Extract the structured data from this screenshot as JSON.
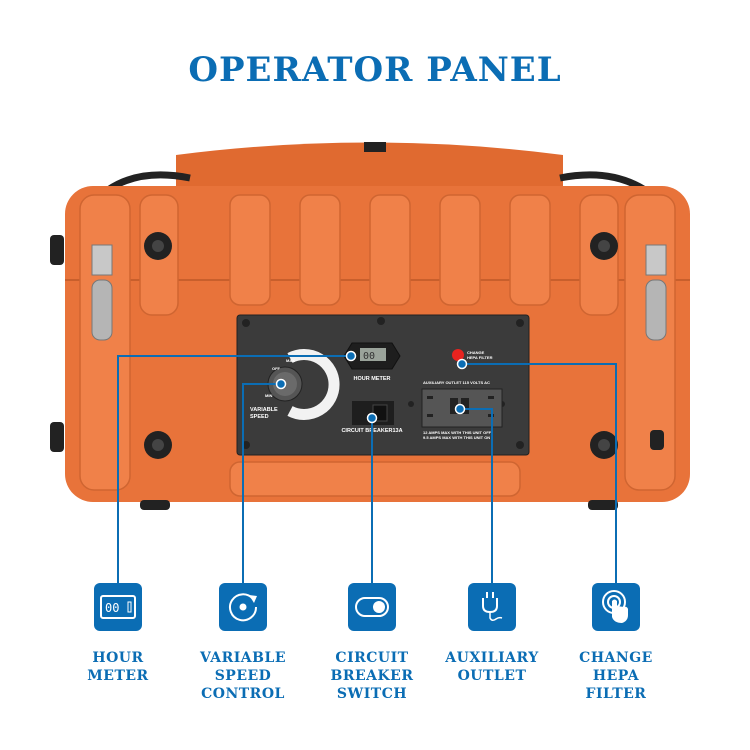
{
  "title": "OPERATOR PANEL",
  "panel": {
    "hour_meter_label": "HOUR METER",
    "hour_meter_display": "00",
    "knob_max": "MAX",
    "knob_off": "OFF",
    "knob_min": "MIN",
    "variable_speed_label": [
      "VARIABLE",
      "SPEED"
    ],
    "circuit_breaker_label": "CIRCUIT BREAKER13A",
    "change_hepa_label": [
      "CHANGE",
      "HEPA FILTER"
    ],
    "aux_outlet_label": "AUXILIARY OUTLET 115 VOLTS AC",
    "amps_note": [
      "12 AMPS MAX WITH THIS UNIT OFF",
      "9.5 AMPS MAX WITH THIS UNIT ON"
    ]
  },
  "features": [
    {
      "icon": "hour-meter-icon",
      "label": [
        "HOUR",
        "METER"
      ]
    },
    {
      "icon": "rotate-dial-icon",
      "label": [
        "VARIABLE",
        "SPEED",
        "CONTROL"
      ]
    },
    {
      "icon": "toggle-switch-icon",
      "label": [
        "CIRCUIT",
        "BREAKER",
        "SWITCH"
      ]
    },
    {
      "icon": "plug-icon",
      "label": [
        "AUXILIARY",
        "OUTLET"
      ]
    },
    {
      "icon": "touch-button-icon",
      "label": [
        "CHANGE",
        "HEPA",
        "FILTER"
      ]
    }
  ],
  "colors": {
    "accent": "#0b6db4",
    "body": "#e8733a",
    "panel": "#3b3b3b",
    "indicator": "#e8231f"
  }
}
